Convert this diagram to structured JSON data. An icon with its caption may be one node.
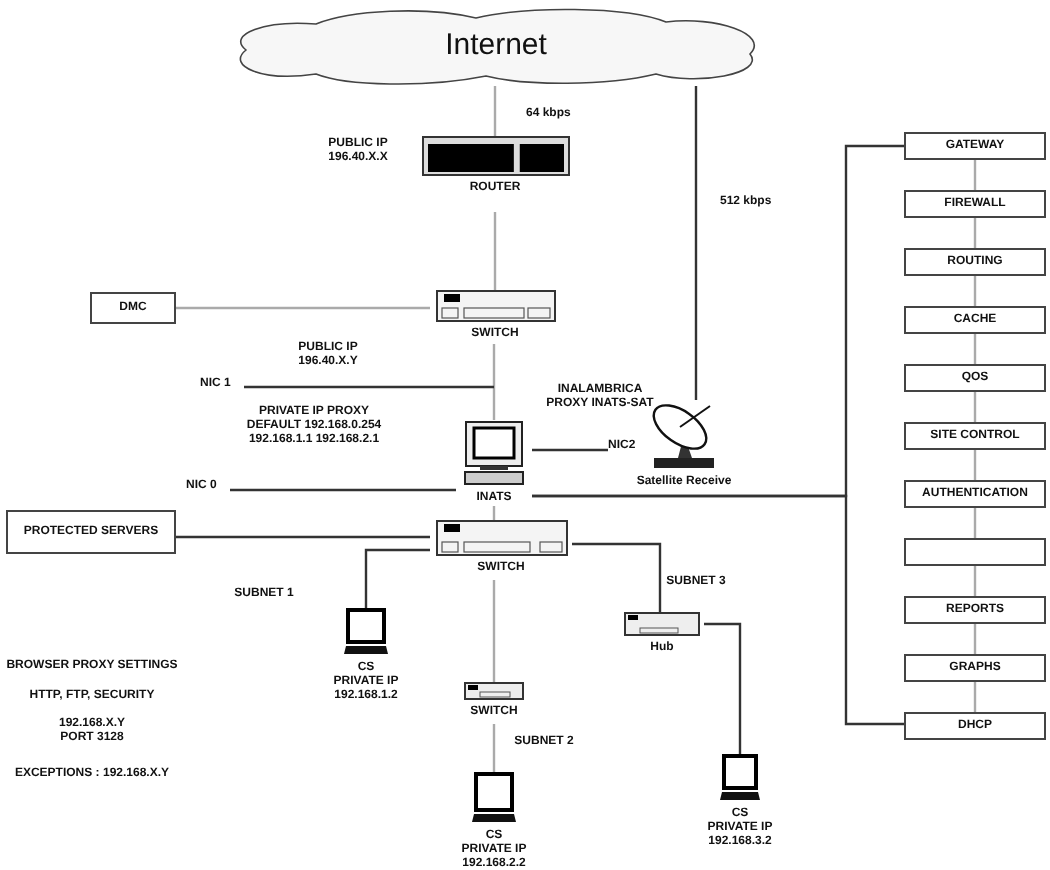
{
  "diagram": {
    "nodes": [
      {
        "text": [
          "Internet"
        ]
      },
      {
        "text": [
          "ROUTER"
        ],
        "beside": [
          "PUBLIC IP 196.40.X.X"
        ]
      },
      {
        "text": [
          "DMC"
        ]
      },
      {
        "text": [
          "SWITCH"
        ]
      },
      {
        "text": [
          "NIC 1"
        ]
      },
      {
        "text": [
          "INATS"
        ]
      },
      {
        "text": [
          "NIC2"
        ]
      },
      {
        "text": [
          "Satellite Receive"
        ]
      },
      {
        "text": [
          "NIC 0"
        ]
      },
      {
        "text": [
          "PROTECTED SERVERS"
        ]
      },
      {
        "text": [
          "SWITCH"
        ]
      },
      {
        "text": [
          "CS",
          "PRIVATE IP 192.168.1.2"
        ]
      },
      {
        "text": [
          "Hub"
        ]
      },
      {
        "text": [
          "SWITCH"
        ]
      },
      {
        "text": [
          "CS",
          "PRIVATE IP 192.168.2.2"
        ]
      },
      {
        "text": [
          "CS",
          "PRIVATE IP 192.168.3.2"
        ]
      },
      {
        "text": [
          "GATEWAY"
        ]
      },
      {
        "text": [
          "FIREWALL"
        ]
      },
      {
        "text": [
          "ROUTING"
        ]
      },
      {
        "text": [
          "CACHE"
        ]
      },
      {
        "text": [
          "QOS"
        ]
      },
      {
        "text": [
          "SITE CONTROL"
        ]
      },
      {
        "text": [
          "AUTHENTICATION"
        ]
      },
      {
        "text": [],
        "shape": "box"
      },
      {
        "text": [
          "REPORTS"
        ]
      },
      {
        "text": [
          "GRAPHS"
        ]
      },
      {
        "text": [
          "DHCP"
        ]
      }
    ],
    "edges": [
      {
        "from": 0,
        "to": 1,
        "arrow": "none",
        "label": "64 kbps"
      },
      {
        "from": 1,
        "to": 3,
        "arrow": "none"
      },
      {
        "from": 2,
        "to": 3,
        "arrow": "none"
      },
      {
        "from": 3,
        "to": 5,
        "arrow": "none"
      },
      {
        "from": 4,
        "to": null,
        "arrow": "none",
        "color": "#333333"
      },
      {
        "from": 0,
        "to": 7,
        "arrow": "none",
        "label": "512 kbps",
        "color": "#333333"
      },
      {
        "from": 5,
        "to": 6,
        "arrow": "none",
        "color": "#333333"
      },
      {
        "from": 8,
        "to": 5,
        "arrow": "none",
        "color": "#333333"
      },
      {
        "from": 5,
        "to": 16,
        "arrow": "none",
        "color": "#333333"
      },
      {
        "from": 5,
        "to": 26,
        "arrow": "none",
        "color": "#333333"
      },
      {
        "from": 9,
        "to": 10,
        "arrow": "none",
        "color": "#333333"
      },
      {
        "from": 5,
        "to": 10,
        "arrow": "none"
      },
      {
        "from": 10,
        "to": 11,
        "arrow": "none",
        "color": "#333333"
      },
      {
        "from": 10,
        "to": 13,
        "arrow": "none"
      },
      {
        "from": 13,
        "to": 14,
        "arrow": "none"
      },
      {
        "from": 10,
        "to": 12,
        "arrow": "none",
        "color": "#333333"
      },
      {
        "from": 12,
        "to": 15,
        "arrow": "none",
        "color": "#333333"
      },
      {
        "from": 16,
        "to": 17,
        "arrow": "none"
      },
      {
        "from": 17,
        "to": 18,
        "arrow": "none"
      },
      {
        "from": 18,
        "to": 19,
        "arrow": "none"
      },
      {
        "from": 19,
        "to": 20,
        "arrow": "none"
      },
      {
        "from": 20,
        "to": 21,
        "arrow": "none"
      },
      {
        "from": 21,
        "to": 22,
        "arrow": "none"
      },
      {
        "from": 22,
        "to": 23,
        "arrow": "none"
      },
      {
        "from": 23,
        "to": 24,
        "arrow": "none"
      },
      {
        "from": 24,
        "to": 25,
        "arrow": "none"
      },
      {
        "from": 25,
        "to": 26,
        "arrow": "none"
      }
    ],
    "labels": [
      "PUBLIC IP 196.40.X.Y",
      "PRIVATE IP PROXY DEFAULT 192.168.0.254 192.168.1.1 192.168.2.1",
      "INALAMBRICA PROXY INATS-SAT",
      "SUBNET 1",
      "SUBNET 3",
      "BROWSER PROXY SETTINGS",
      "HTTP, FTP, SECURITY",
      "192.168.X.Y PORT 3128",
      "SUBNET 2",
      "EXCEPTIONS : 192.168.X.Y"
    ]
  }
}
